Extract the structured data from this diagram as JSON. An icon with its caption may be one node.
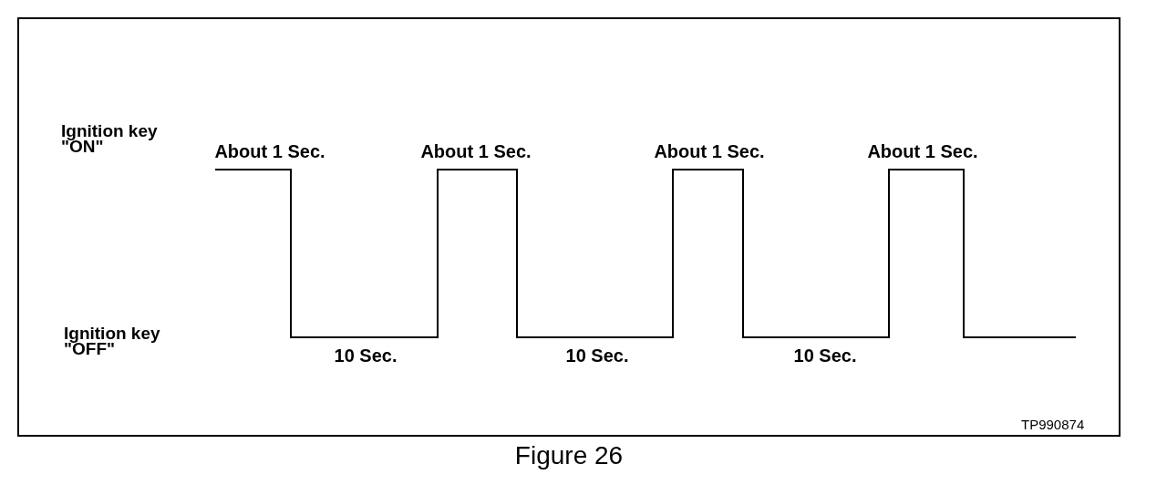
{
  "diagram": {
    "caption": "Figure 26",
    "labels": [
      "Ignition key \"ON\"",
      "About 1 Sec.",
      "About 1 Sec.",
      "About 1 Sec.",
      "About 1 Sec.",
      "Ignition key \"OFF\"",
      "10 Sec.",
      "10 Sec.",
      "10 Sec.",
      "TP990874"
    ]
  }
}
